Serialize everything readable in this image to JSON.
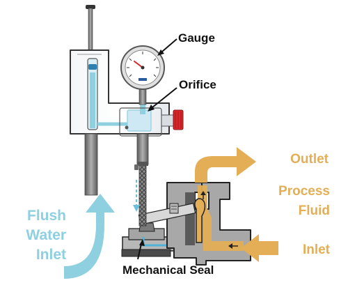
{
  "labels": {
    "gauge": "Gauge",
    "orifice": "Orifice",
    "outlet": "Outlet",
    "process_line1": "Process",
    "process_line2": "Fluid",
    "inlet": "Inlet",
    "flush_line1": "Flush",
    "flush_line2": "Water",
    "flush_line3": "Inlet",
    "mechanical_seal": "Mechanical Seal"
  },
  "colors": {
    "process_fluid": "#e3ae55",
    "flush_water": "#8ecfe0",
    "flush_water_dark": "#4fb3d9",
    "housing_gray": "#9a9a9a",
    "housing_dark": "#4a4a4a",
    "label_dark": "#111111",
    "knob_red": "#d8262a"
  },
  "icons": {
    "gauge": "pressure-gauge-icon",
    "valve": "orifice-valve-icon"
  }
}
